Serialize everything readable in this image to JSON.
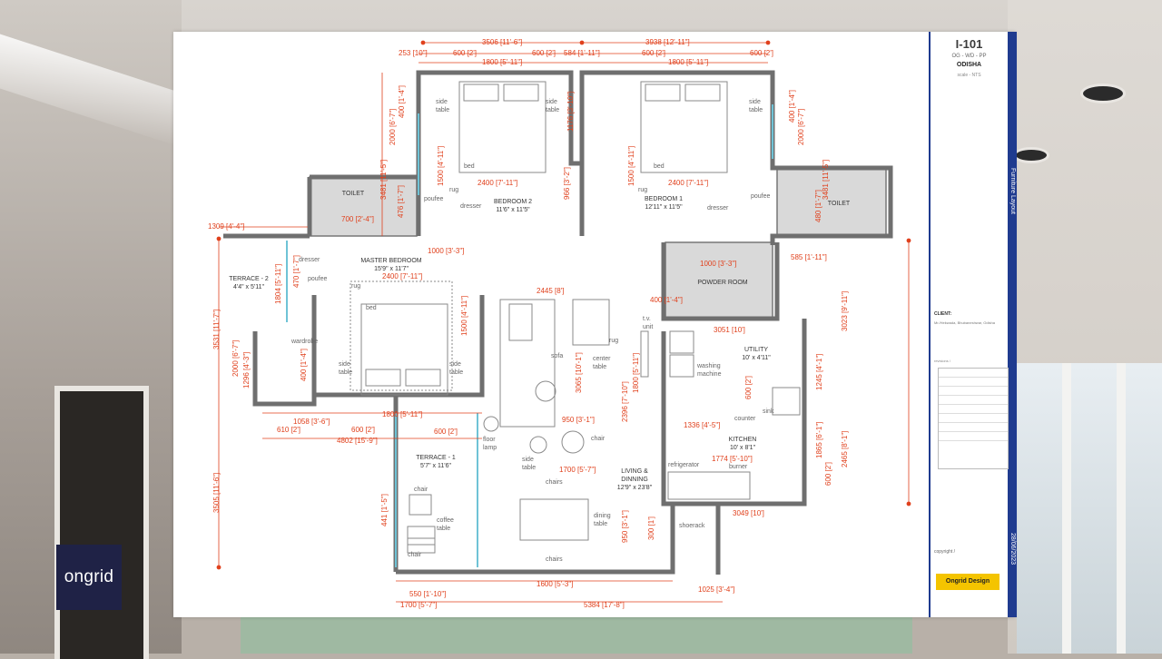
{
  "watermark": {
    "label": "ongrid"
  },
  "sheet": {
    "code": "I-101",
    "sub": "OG - WD - PP",
    "city": "ODISHA",
    "scale": "scale - NTS",
    "band_label": "Furniture Layout",
    "client_label": "CLIENT:",
    "client_address": "Mr./Hekwada, Bhubaneshwar, Odisha",
    "revisions_label": "revisions /",
    "date": "28/06/2023",
    "copyright": "copyright /",
    "logo": "Ongrid Design"
  },
  "rooms": {
    "bedroom2": {
      "name": "BEDROOM 2",
      "size": "11'6\" x 11'5\""
    },
    "bedroom1": {
      "name": "BEDROOM 1",
      "size": "12'11\" x 11'5\""
    },
    "toilet_left": "TOILET",
    "toilet_right": "TOILET",
    "master": {
      "name": "MASTER BEDROOM",
      "size": "15'9\" x 11'7\""
    },
    "terrace2": {
      "name": "TERRACE - 2",
      "size": "4'4\" x 5'11\""
    },
    "terrace1": {
      "name": "TERRACE - 1",
      "size": "5'7\" x 11'6\""
    },
    "powder": "POWDER ROOM",
    "utility": {
      "name": "UTILITY",
      "size": "10' x 4'11\""
    },
    "kitchen": {
      "name": "KITCHEN",
      "size": "10' x 8'1\""
    },
    "living": {
      "name": "LIVING &",
      "name2": "DINNING",
      "size": "12'9\" x 23'8\""
    }
  },
  "furniture": {
    "side_table": "side",
    "table": "table",
    "bed": "bed",
    "rug": "rug",
    "poufee": "poufee",
    "dresser": "dresser",
    "wardrobe": "wardrobe",
    "sofa": "sofa",
    "center": "center",
    "tv": "t.v.",
    "unit": "unit",
    "washing": "washing",
    "machine": "machine",
    "counter": "counter",
    "sink": "sink",
    "burner": "burner",
    "refrigerator": "refrigerator",
    "floor": "floor",
    "lamp": "lamp",
    "chair": "chair",
    "chairs": "chairs",
    "dining": "dining",
    "coffee": "coffee",
    "shoerack": "shoerack"
  },
  "dims_top": {
    "d1": "3506 [11'-6\"]",
    "d2": "3938 [12'-11\"]",
    "d3": "253 [10\"]",
    "d4": "600 [2']",
    "d5": "600 [2']",
    "d6": "584 [1'-11\"]",
    "d7": "600 [2']",
    "d8": "600 [2']",
    "d9": "1800 [5'-11\"]",
    "d10": "1800 [5'-11\"]"
  },
  "dims_plan": {
    "d1309": "1309 [4'-4\"]",
    "d700": "700 [2'-4\"]",
    "d1000a": "1000 [3'-3\"]",
    "d2400a": "2400 [7'-11\"]",
    "d2400b": "2400 [7'-11\"]",
    "d2400c": "2400 [7'-11\"]",
    "d1000b": "1000 [3'-3\"]",
    "d585": "585 [1'-11\"]",
    "d2445": "2445 [8']",
    "d400a": "400 [1'-4\"]",
    "d3051": "3051 [10']",
    "d1800c": "1800 [5'-11\"]",
    "d600a": "600 [2']",
    "d610": "610 [2']",
    "d1058": "1058 [3'-6\"]",
    "d600b": "600 [2']",
    "d4802": "4802 [15'-9\"]",
    "d950a": "950 [3'-1\"]",
    "d1336": "1336 [4'-5\"]",
    "d1774": "1774 [5'-10\"]",
    "d1700a": "1700 [5'-7\"]",
    "d3049": "3049 [10']",
    "d1600": "1600 [5'-3\"]",
    "d550": "550 [1'-10\"]",
    "d1700b": "1700 [5'-7\"]",
    "d5384": "5384 [17'-8\"]",
    "d1025": "1025 [3'-4\"]"
  },
  "dims_vert": {
    "v3481": "3481 [11'-5\"]",
    "v2000a": "2000 [6'-7\"]",
    "v400a": "400 [1'-4\"]",
    "v1500a": "1500 [4'-11\"]",
    "v1176": "1176 [3'-10\"]",
    "v966": "966 [3'-2\"]",
    "v476": "476 [1'-7\"]",
    "v400b": "400 [1'-4\"]",
    "v2000b": "2000 [6'-7\"]",
    "v1500b": "1500 [4'-11\"]",
    "v3481b": "3481 [11'-5\"]",
    "v480": "480 [1'-7\"]",
    "v3531": "3531 [11'-7\"]",
    "v1804": "1804 [5'-11\"]",
    "v470": "470 [1'-7\"]",
    "v2000c": "2000 [6'-7\"]",
    "v1296": "1296 [4'-3\"]",
    "v400c": "400 [1'-4\"]",
    "v1500c": "1500 [4'-11\"]",
    "v3065": "3065 [10'-1\"]",
    "v2396": "2396 [7'-10\"]",
    "v1800": "1800 [5'-11\"]",
    "v3023": "3023 [9'-11\"]",
    "v1245": "1245 [4'-1\"]",
    "v600": "600 [2']",
    "v1865": "1865 [6'-1\"]",
    "v2465": "2465 [8'-1\"]",
    "v600b": "600 [2']",
    "v3505": "3505 [11'-6\"]",
    "v441": "441 [1'-5\"]",
    "v950": "950 [3'-1\"]",
    "v300": "300 [1']"
  },
  "colors": {
    "dim": "#e0401c",
    "wall": "#7a7a7a",
    "wetarea": "#d9d9d9",
    "window": "#6fc3d6",
    "brand": "#1f3b8f"
  }
}
